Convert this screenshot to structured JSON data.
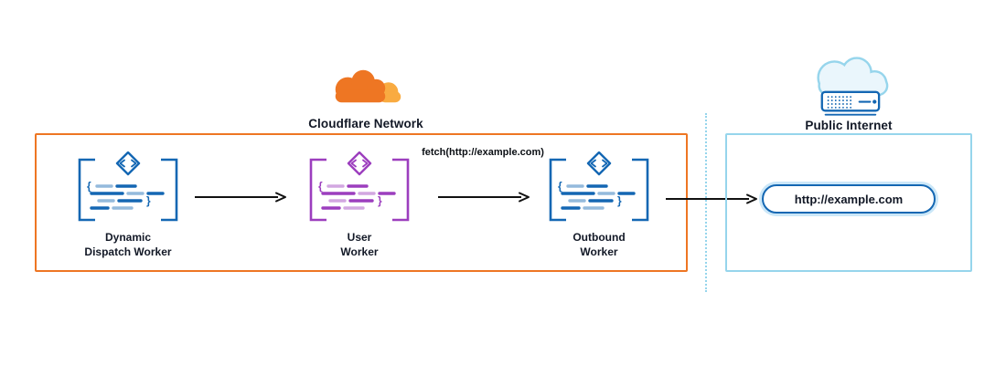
{
  "colors": {
    "orange": "#EE7623",
    "orange_light": "#F9AB41",
    "blue": "#1467B3",
    "purple": "#9C3EBE",
    "lightblue": "#96D5EC",
    "ink": "#121826",
    "arrow": "#111111"
  },
  "cloudflare_network": {
    "label": "Cloudflare Network",
    "workers": [
      {
        "line1": "Dynamic",
        "line2": "Dispatch Worker",
        "color": "blue"
      },
      {
        "line1": "User",
        "line2": "Worker",
        "color": "purple"
      },
      {
        "line1": "Outbound",
        "line2": "Worker",
        "color": "blue"
      }
    ]
  },
  "fetch_annotation": "fetch(http://example.com)",
  "public_internet": {
    "label": "Public Internet",
    "url": "http://example.com"
  },
  "icons": {
    "cloudflare_logo": "cloudflare-cloud-icon",
    "worker": "code-brackets-icon",
    "public_internet": "cloud-server-icon",
    "arrow": "arrow-right-icon"
  }
}
